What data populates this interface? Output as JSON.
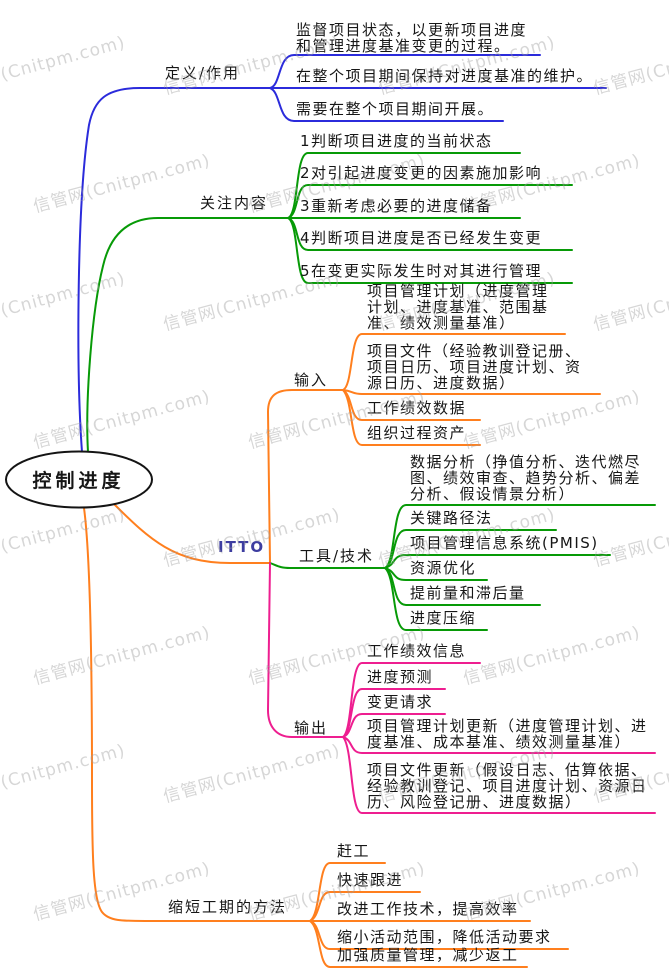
{
  "watermark": {
    "text": "信管网(Cnitpm.com)"
  },
  "colors": {
    "definition": "#2b2bdb",
    "focus": "#079a07",
    "tools": "#079a07",
    "input": "#ff7f1e",
    "shorten": "#ff7f1e",
    "itto_trunk": "#ff7f1e",
    "output": "#ee1e90",
    "itto_label": "#3d3da0",
    "outline": "#141414"
  },
  "root": {
    "label": "控制进度"
  },
  "branches": {
    "definition": {
      "label": "定义/作用",
      "items": [
        "监督项目状态，以更新项目进度\n和管理进度基准变更的过程。",
        "在整个项目期间保持对进度基准的维护。",
        "需要在整个项目期间开展。"
      ]
    },
    "focus": {
      "label": "关注内容",
      "items": [
        "1判断项目进度的当前状态",
        "2对引起进度变更的因素施加影响",
        "3重新考虑必要的进度储备",
        "4判断项目进度是否已经发生变更",
        "5在变更实际发生时对其进行管理"
      ]
    },
    "itto": {
      "label": "ITTO",
      "input": {
        "label": "输入",
        "items": [
          "项目管理计划（进度管理\n计划、进度基准、范围基\n准、绩效测量基准）",
          "项目文件（经验教训登记册、\n项目日历、项目进度计划、资\n源日历、进度数据）",
          "工作绩效数据",
          "组织过程资产"
        ]
      },
      "tools": {
        "label": "工具/技术",
        "items": [
          "数据分析（挣值分析、迭代燃尽\n图、绩效审查、趋势分析、偏差\n分析、假设情景分析）",
          "关键路径法",
          "项目管理信息系统(PMIS)",
          "资源优化",
          "提前量和滞后量",
          "进度压缩"
        ]
      },
      "output": {
        "label": "输出",
        "items": [
          "工作绩效信息",
          "进度预测",
          "变更请求",
          "项目管理计划更新（进度管理计划、进\n度基准、成本基准、绩效测量基准）",
          "项目文件更新（假设日志、估算依据、\n经验教训登记、项目进度计划、资源日\n历、风险登记册、进度数据）"
        ]
      }
    },
    "shorten": {
      "label": "缩短工期的方法",
      "items": [
        "赶工",
        "快速跟进",
        "改进工作技术，提高效率",
        "缩小活动范围，降低活动要求",
        "加强质量管理，减少返工"
      ]
    }
  }
}
